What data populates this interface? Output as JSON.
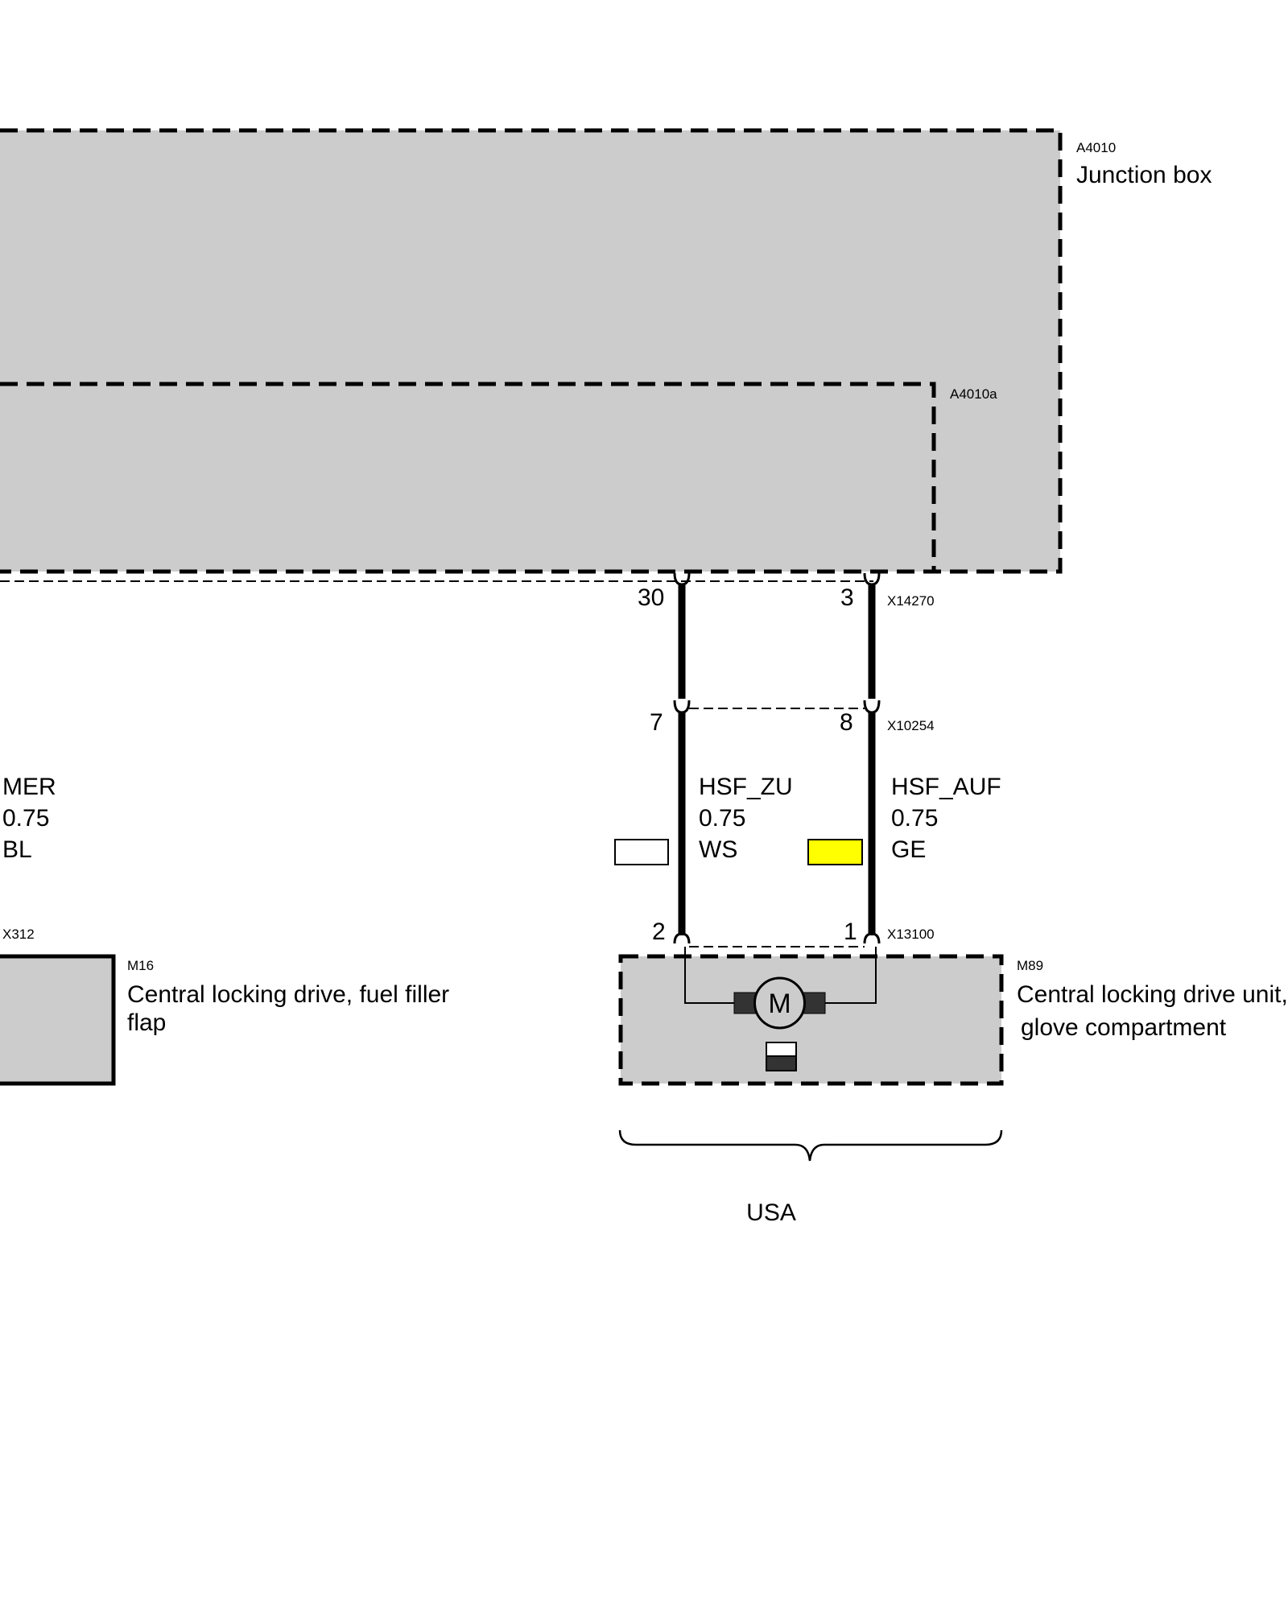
{
  "components": {
    "junction_box": {
      "id": "A4010",
      "name": "Junction box"
    },
    "junction_box_sub": {
      "id": "A4010a"
    },
    "fuel_flap_drive": {
      "id": "M16",
      "name_line1": "Central locking drive, fuel filler",
      "name_line2": "flap"
    },
    "glove_drive": {
      "id": "M89",
      "name_line1": "Central locking drive unit,",
      "name_line2": "glove compartment",
      "symbol": "M"
    }
  },
  "connectors": {
    "x14270": "X14270",
    "x10254": "X10254",
    "x13100": "X13100",
    "x312": "X312"
  },
  "pins": {
    "x14270_left": "30",
    "x14270_right": "3",
    "x10254_left": "7",
    "x10254_right": "8",
    "x13100_left": "2",
    "x13100_right": "1"
  },
  "wires": {
    "mer": {
      "signal": "MER",
      "gauge": "0.75",
      "color_code": "BL"
    },
    "hsf_zu": {
      "signal": "HSF_ZU",
      "gauge": "0.75",
      "color_code": "WS",
      "swatch": "#ffffff"
    },
    "hsf_auf": {
      "signal": "HSF_AUF",
      "gauge": "0.75",
      "color_code": "GE",
      "swatch": "#ffff00"
    }
  },
  "variant": {
    "label": "USA"
  },
  "colors": {
    "component_fill": "#cccccc",
    "line": "#000000"
  },
  "icons": [
    "motor-icon",
    "glove-compartment-icon",
    "brace-icon"
  ]
}
